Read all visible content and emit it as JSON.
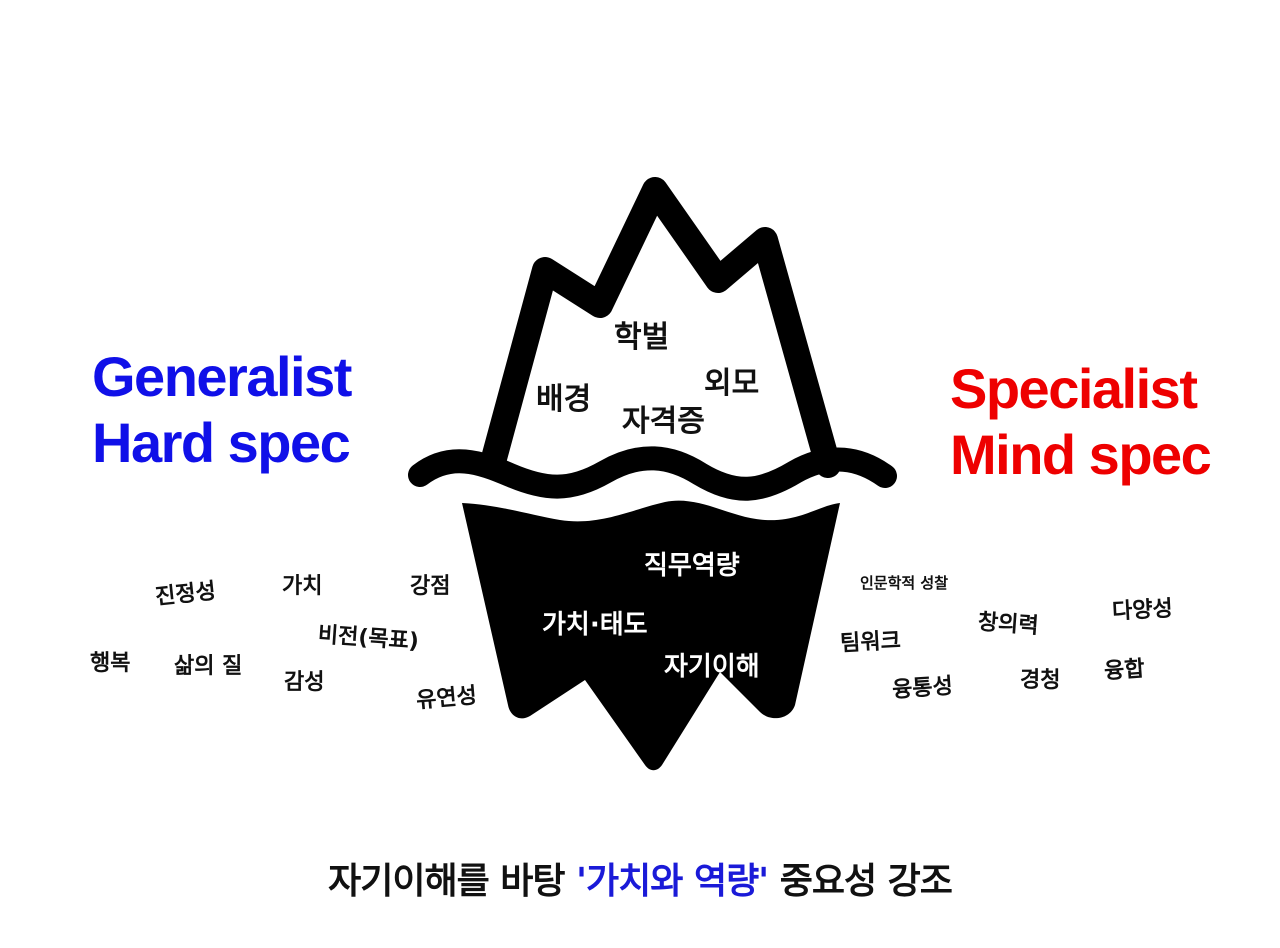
{
  "colors": {
    "generalist": "#1010e8",
    "specialist": "#ee0000",
    "iceberg": "#000000",
    "footer_text": "#111111",
    "footer_highlight": "#1a1ad8"
  },
  "left_label": {
    "line1": "Generalist",
    "line2": "Hard spec"
  },
  "right_label": {
    "line1": "Specialist",
    "line2": "Mind spec"
  },
  "iceberg": {
    "above_water": [
      "학벌",
      "배경",
      "외모",
      "자격증"
    ],
    "below_water": [
      "직무역량",
      "가치·태도",
      "자기이해"
    ]
  },
  "left_words": [
    "진정성",
    "가치",
    "강점",
    "비전(목표)",
    "행복",
    "삶의 질",
    "감성",
    "유연성"
  ],
  "right_words": [
    "인문학적 성찰",
    "다양성",
    "창의력",
    "팀워크",
    "융통성",
    "경청",
    "융합"
  ],
  "footer": {
    "prefix": "자기이해를 바탕 ",
    "highlight": "'가치와 역량'",
    "suffix": " 중요성 강조"
  }
}
